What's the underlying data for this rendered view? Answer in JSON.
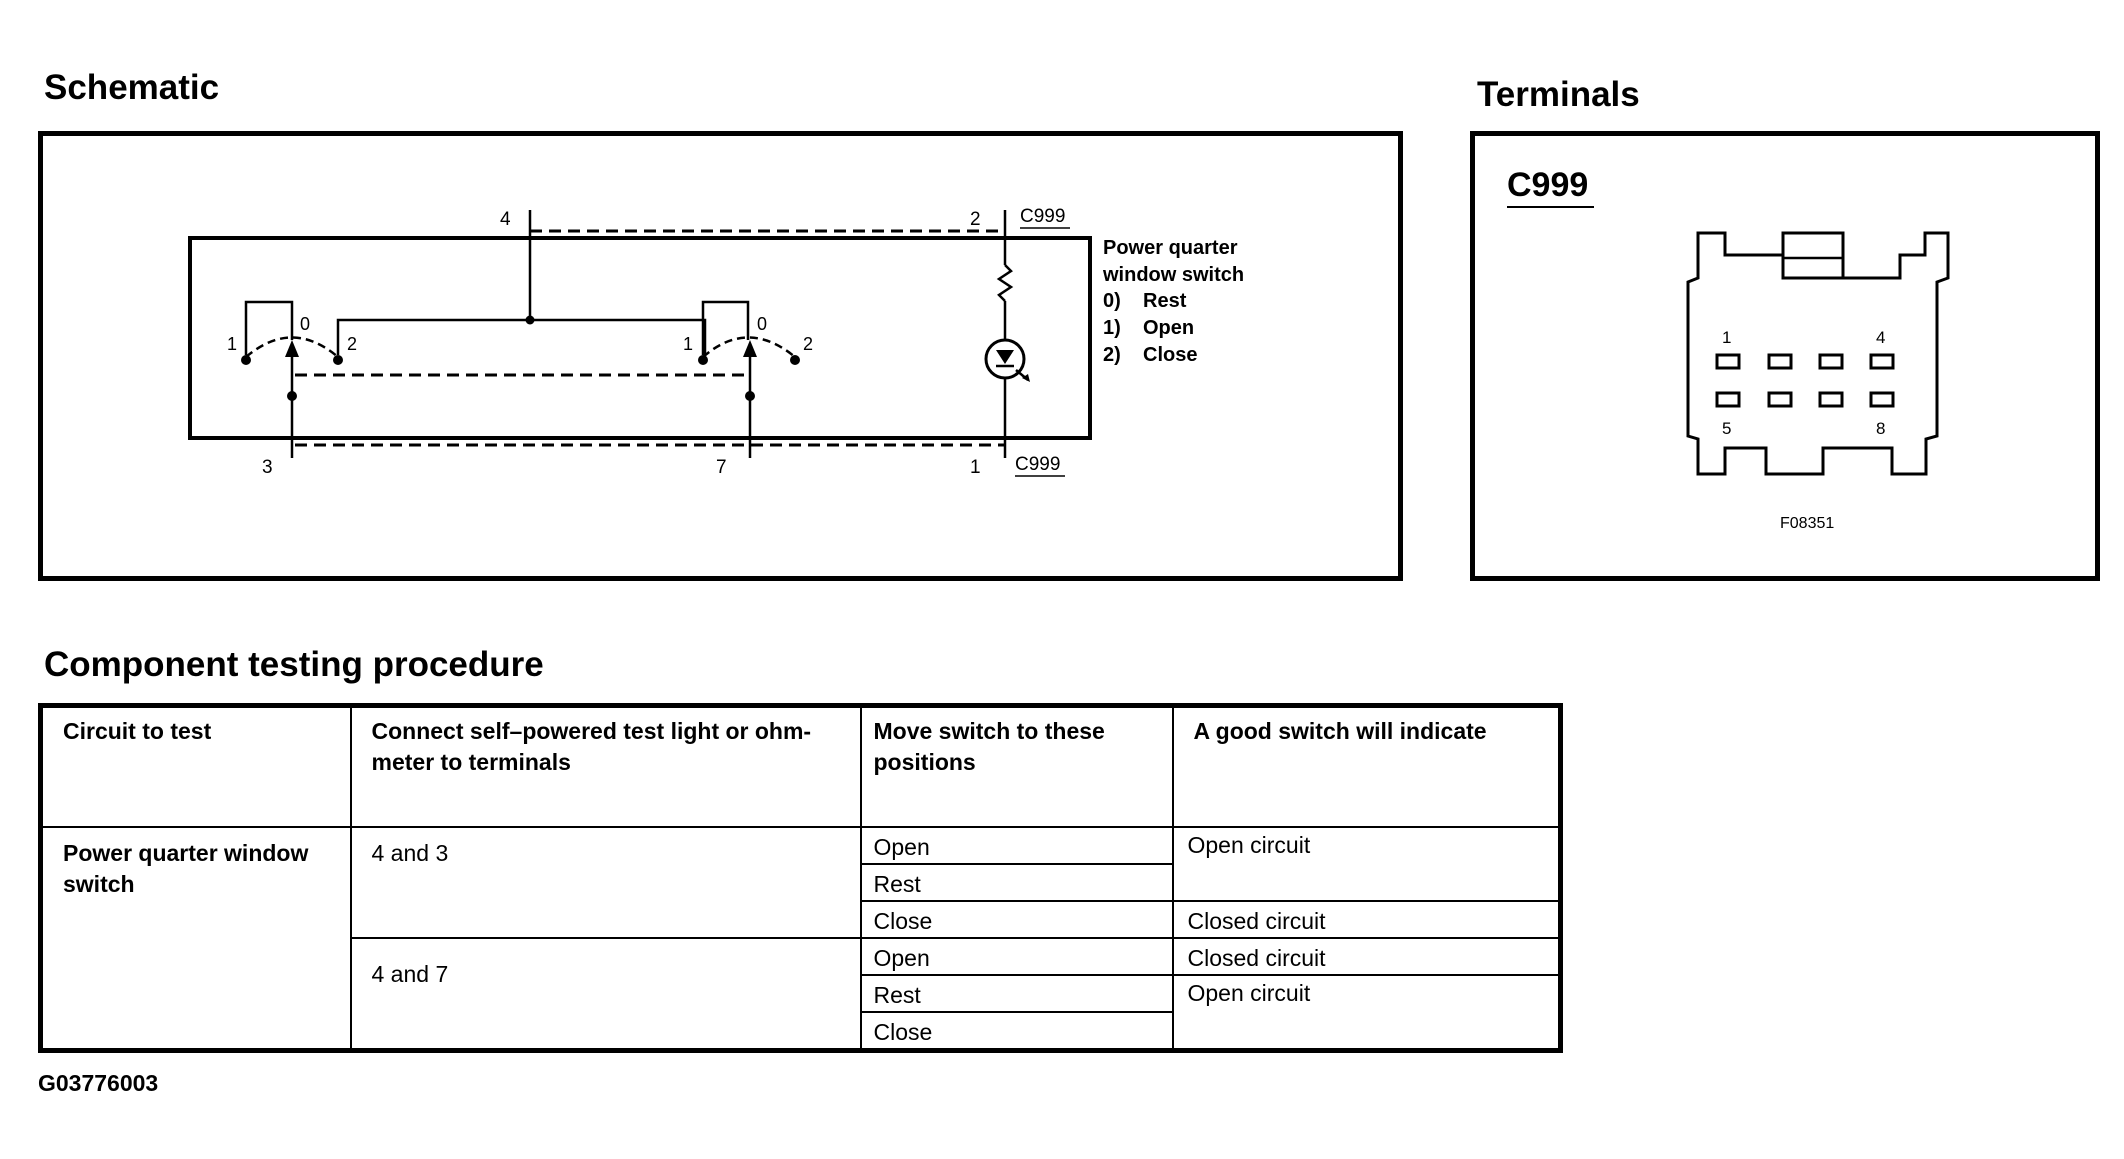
{
  "schematic": {
    "heading": "Schematic",
    "pins": {
      "p4": "4",
      "p2": "2",
      "p3": "3",
      "p7": "7",
      "p1": "1"
    },
    "connector_top": "C999",
    "connector_bottom": "C999",
    "switch_left": {
      "pos1": "1",
      "pos0": "0",
      "pos2": "2"
    },
    "switch_right": {
      "pos1": "1",
      "pos0": "0",
      "pos2": "2"
    },
    "legend": {
      "title_line1": "Power quarter",
      "title_line2": "window switch",
      "items": [
        {
          "num": "0)",
          "text": "Rest"
        },
        {
          "num": "1)",
          "text": "Open"
        },
        {
          "num": "2)",
          "text": "Close"
        }
      ]
    }
  },
  "terminals": {
    "heading": "Terminals",
    "connector": "C999",
    "pin_top_left": "1",
    "pin_top_right": "4",
    "pin_bottom_left": "5",
    "pin_bottom_right": "8",
    "figure_code": "F08351"
  },
  "procedure": {
    "heading": "Component testing procedure",
    "headers": [
      "Circuit to test",
      "Connect self–powered test light or ohm-meter to terminals",
      "Move switch to these positions",
      "A good switch will indicate"
    ],
    "circuit": "Power quarter window switch",
    "groups": [
      {
        "terminals": "4 and 3",
        "positions": [
          "Open",
          "Rest",
          "Close"
        ],
        "indications": [
          "Open circuit",
          "Closed circuit"
        ]
      },
      {
        "terminals": "4 and 7",
        "positions": [
          "Open",
          "Rest",
          "Close"
        ],
        "indications": [
          "Closed circuit",
          "Open circuit"
        ]
      }
    ]
  },
  "figure_id": "G03776003"
}
